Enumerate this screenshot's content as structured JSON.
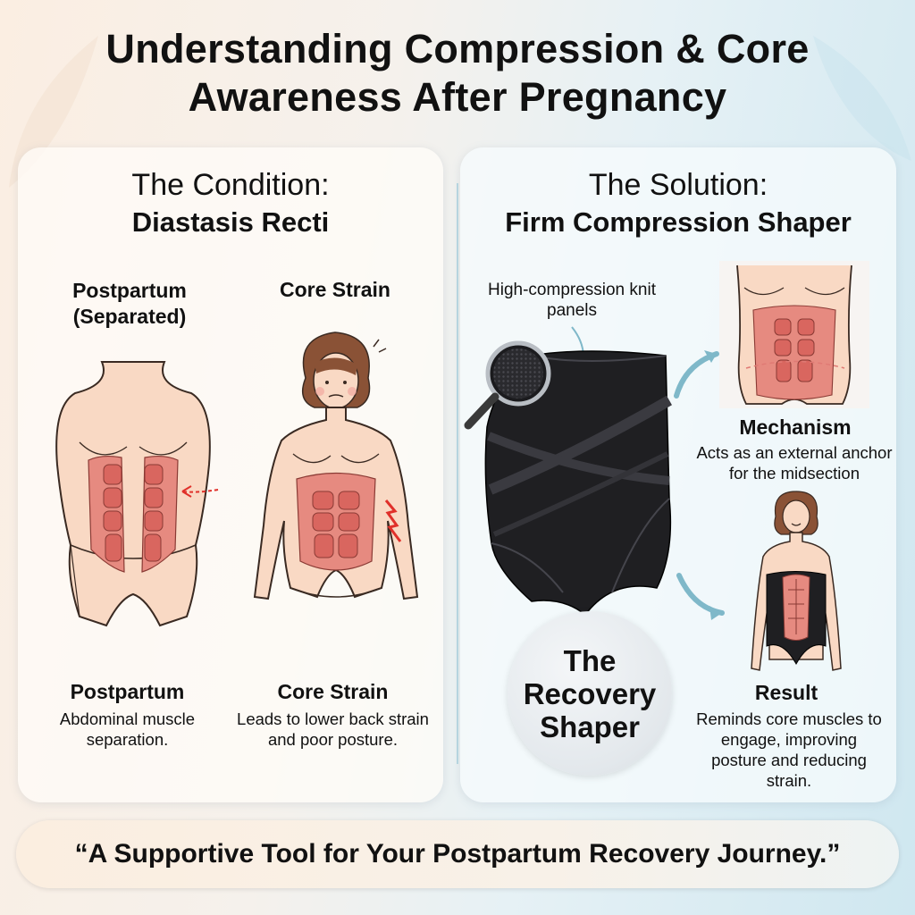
{
  "title": "Understanding Compression & Core Awareness After Pregnancy",
  "condition": {
    "heading": "The Condition:",
    "name": "Diastasis Recti",
    "fig1_label": "Postpartum (Separated)",
    "fig2_label": "Core Strain",
    "fig1_caption_title": "Postpartum",
    "fig1_caption": "Abdominal muscle separation.",
    "fig2_caption_title": "Core Strain",
    "fig2_caption": "Leads to lower back strain and poor posture."
  },
  "solution": {
    "heading": "The Solution:",
    "name": "Firm Compression Shaper",
    "callout": "High-compression knit panels",
    "badge": "The Recovery Shaper",
    "mechanism_title": "Mechanism",
    "mechanism_text": "Acts as an external anchor for the midsection",
    "result_title": "Result",
    "result_text": "Reminds core muscles to engage, improving posture and reducing strain."
  },
  "footer": "“A Supportive Tool for Your Postpartum Recovery Journey.”",
  "colors": {
    "skin": "#f9d9c4",
    "outline": "#3a2a22",
    "muscle": "#e07a74",
    "garment": "#1f1f22",
    "arrow": "#7fb8c9",
    "strain": "#e0302a"
  }
}
